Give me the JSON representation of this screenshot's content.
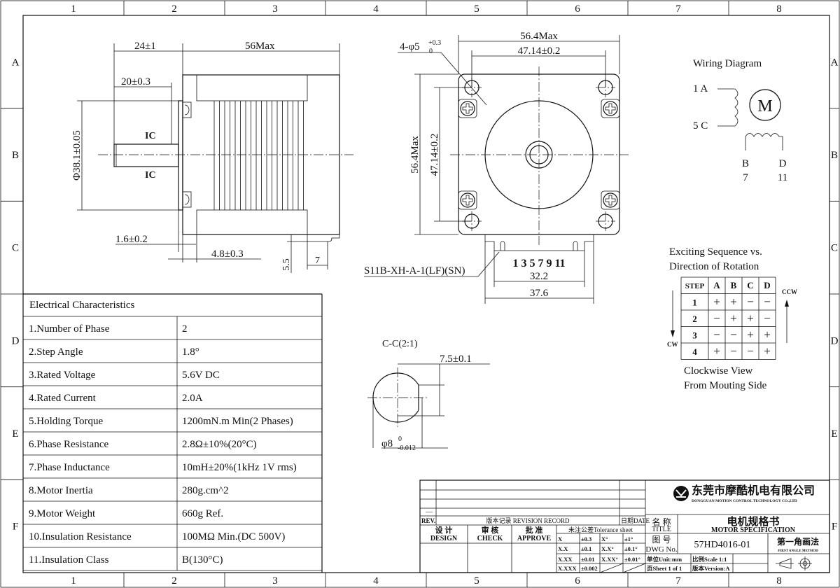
{
  "grid": {
    "columns": [
      "1",
      "2",
      "3",
      "4",
      "5",
      "6",
      "7",
      "8"
    ],
    "rows": [
      "A",
      "B",
      "C",
      "D",
      "E",
      "F"
    ]
  },
  "side_view": {
    "dim_shaft_length": "24±1",
    "dim_body_length": "56Max",
    "dim_flat_length": "20±0.3",
    "dim_pilot_diameter": "Φ38.1±0.05",
    "dim_pilot_height": "1.6±0.2",
    "dim_flange_thickness": "4.8±0.3",
    "dim_connector_height": "5.5",
    "dim_connector_width": "7",
    "flat_mark_top": "IC",
    "flat_mark_bottom": "IC"
  },
  "front_view": {
    "dim_hole_spec": "4-φ5",
    "dim_hole_tol_upper": "+0.3",
    "dim_hole_tol_lower": "0",
    "dim_width_max": "56.4Max",
    "dim_hole_spacing_h": "47.14±0.2",
    "dim_height_max": "56.4Max",
    "dim_hole_spacing_v": "47.14±0.2",
    "connector_label": "S11B-XH-A-1(LF)(SN)",
    "pin_numbers": "1 3 5 7 9 11",
    "dim_pin_span": "32.2",
    "dim_connector_span": "37.6"
  },
  "section": {
    "label": "C-C(2:1)",
    "dim_flat": "7.5±0.1",
    "dim_diameter": "φ8",
    "dim_tol_upper": "0",
    "dim_tol_lower": "-0.012"
  },
  "wiring": {
    "title": "Wiring Diagram",
    "lead_1a": "1 A",
    "lead_5c": "5 C",
    "motor_symbol": "M",
    "lead_b": "B",
    "lead_b_pin": "7",
    "lead_d": "D",
    "lead_d_pin": "11"
  },
  "sequence": {
    "title_line1": "Exciting Sequence vs.",
    "title_line2": "Direction of Rotation",
    "headers": [
      "STEP",
      "A",
      "B",
      "C",
      "D"
    ],
    "rows": [
      [
        "1",
        "+",
        "+",
        "−",
        "−"
      ],
      [
        "2",
        "−",
        "+",
        "+",
        "−"
      ],
      [
        "3",
        "−",
        "−",
        "+",
        "+"
      ],
      [
        "4",
        "+",
        "−",
        "−",
        "+"
      ]
    ],
    "cw_label": "CW",
    "ccw_label": "CCW",
    "note_line1": "Clockwise View",
    "note_line2": "From Mouting Side"
  },
  "electrical": {
    "title": "Electrical Characteristics",
    "rows": [
      {
        "label": "1.Number of Phase",
        "value": "2"
      },
      {
        "label": "2.Step Angle",
        "value": "1.8°"
      },
      {
        "label": "3.Rated Voltage",
        "value": "5.6V DC"
      },
      {
        "label": "4.Rated Current",
        "value": "2.0A"
      },
      {
        "label": "5.Holding Torque",
        "value": "1200mN.m Min(2 Phases)"
      },
      {
        "label": "6.Phase Resistance",
        "value": "2.8Ω±10%(20°C)"
      },
      {
        "label": "7.Phase Inductance",
        "value": "10mH±20%(1kHz 1V rms)"
      },
      {
        "label": "8.Motor Inertia",
        "value": "280g.cm^2"
      },
      {
        "label": "9.Motor Weight",
        "value": "660g Ref."
      },
      {
        "label": "10.Insulation Resistance",
        "value": "100MΩ Min.(DC 500V)"
      },
      {
        "label": "11.Insulation Class",
        "value": "B(130°C)"
      }
    ]
  },
  "title_block": {
    "company_cn": "东莞市摩酷机电有限公司",
    "company_en": "DONGGUAN MOTION CONTROL TECHNOLOGY CO.,LTD",
    "rev_dash": "—",
    "rev_label": "REV.",
    "revision_record": "版本记录 REVISION RECORD",
    "date_label": "日期DATE",
    "design_cn": "设 计",
    "design_en": "DESIGN",
    "check_cn": "审 核",
    "check_en": "CHECK",
    "approve_cn": "批 准",
    "approve_en": "APPROVE",
    "tolerance_title": "未注公差Tolerance sheet",
    "tolerance_rows": [
      [
        "X",
        "±0.3",
        "X°",
        "±1°"
      ],
      [
        "X.X",
        "±0.1",
        "X.X°",
        "±0.1°"
      ],
      [
        "X.XX",
        "±0.01",
        "X.XX°",
        "±0.01°"
      ],
      [
        "X.XXX",
        "±0.002",
        "",
        ""
      ]
    ],
    "title_label_cn": "名 称",
    "title_label_en": "TITLE",
    "title_cn": "电机规格书",
    "title_en": "MOTOR SPECIFICATION",
    "dwg_label_cn": "图 号",
    "dwg_label_en": "DWG No.",
    "dwg_number": "57HD4016-01",
    "projection_cn": "第一角画法",
    "projection_en": "FIRST ANGLE METHOD",
    "unit": "单位Unit:mm",
    "scale": "比例Scale 1:1",
    "sheet": "页Sheet 1 of 1",
    "version": "版本Version:A"
  }
}
